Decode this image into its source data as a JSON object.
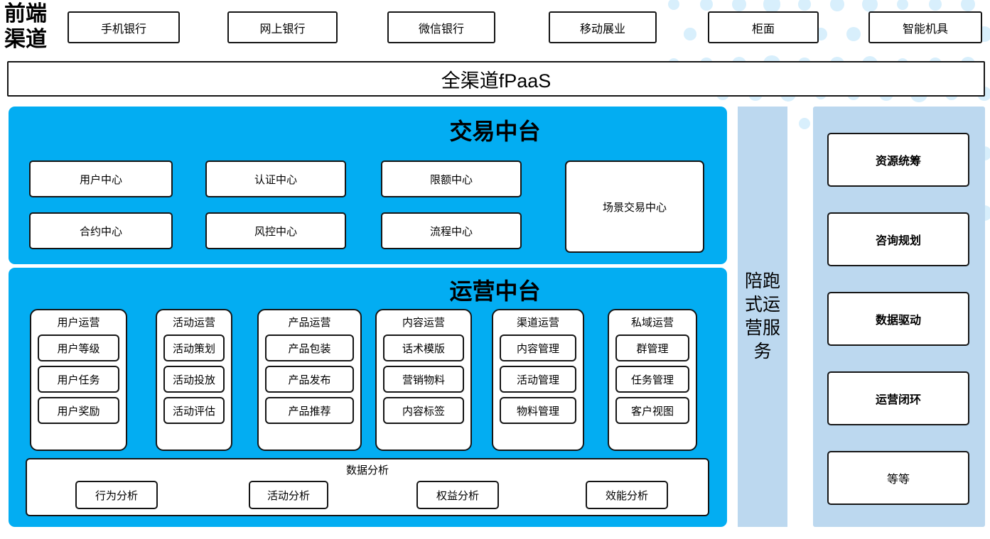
{
  "meta": {
    "diagram_title": "中台架构图",
    "colors": {
      "primary_blue": "#03adf2",
      "light_blue_panel": "#bcd8ef",
      "dot_pattern": "#d8effc",
      "box_border": "#151515",
      "box_fill": "#ffffff"
    }
  },
  "header": {
    "label": "前端\n渠道",
    "label_line1": "前端",
    "label_line2": "渠道",
    "channels": [
      {
        "label": "手机银行"
      },
      {
        "label": "网上银行"
      },
      {
        "label": "微信银行"
      },
      {
        "label": "移动展业"
      },
      {
        "label": "柜面"
      },
      {
        "label": "智能机具"
      }
    ]
  },
  "platform_bar": {
    "label": "全渠道fPaaS"
  },
  "trade_center": {
    "title": "交易中台",
    "modules": [
      {
        "label": "用户中心"
      },
      {
        "label": "认证中心"
      },
      {
        "label": "限额中心"
      },
      {
        "label": "合约中心"
      },
      {
        "label": "风控中心"
      },
      {
        "label": "流程中心"
      }
    ],
    "scene_module": {
      "label": "场景交易中心"
    }
  },
  "ops_center": {
    "title": "运营中台",
    "columns": [
      {
        "title": "用户运营",
        "items": [
          "用户等级",
          "用户任务",
          "用户奖励"
        ]
      },
      {
        "title": "活动运营",
        "items": [
          "活动策划",
          "活动投放",
          "活动评估"
        ]
      },
      {
        "title": "产品运营",
        "items": [
          "产品包装",
          "产品发布",
          "产品推荐"
        ]
      },
      {
        "title": "内容运营",
        "items": [
          "话术模版",
          "营销物料",
          "内容标签"
        ]
      },
      {
        "title": "渠道运营",
        "items": [
          "内容管理",
          "活动管理",
          "物料管理"
        ]
      },
      {
        "title": "私域运营",
        "items": [
          "群管理",
          "任务管理",
          "客户视图"
        ]
      }
    ],
    "data_analysis": {
      "title": "数据分析",
      "items": [
        "行为分析",
        "活动分析",
        "权益分析",
        "效能分析"
      ]
    }
  },
  "service_strip": {
    "label": "陪跑式运营服务"
  },
  "service_panel": {
    "items": [
      {
        "label": "资源统筹",
        "bold": true
      },
      {
        "label": "咨询规划",
        "bold": true
      },
      {
        "label": "数据驱动",
        "bold": true
      },
      {
        "label": "运营闭环",
        "bold": true
      },
      {
        "label": "等等",
        "bold": false
      }
    ]
  }
}
